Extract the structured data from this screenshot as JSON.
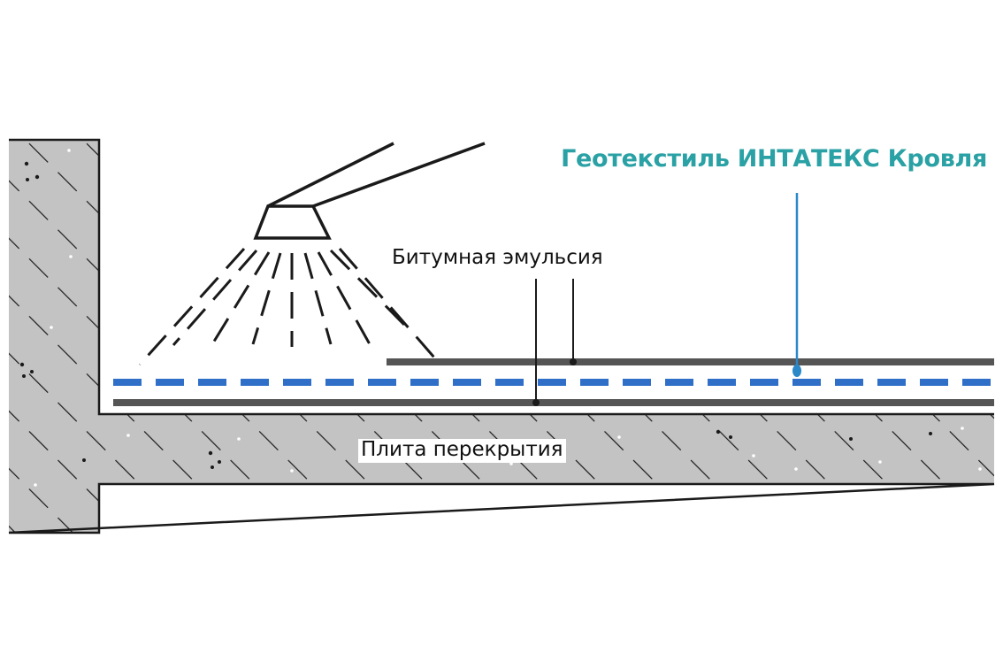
{
  "labels": {
    "geotextile": "Геотекстиль ИНТАТЕКС Кровля",
    "bitumen": "Битумная эмульсия",
    "slab": "Плита перекрытия"
  },
  "colors": {
    "concrete_fill": "#c3c3c3",
    "outline": "#1a1a1a",
    "layer_gray": "#555555",
    "geotextile_blue": "#2f6fc8",
    "leader_blue": "#2a88c8",
    "label_teal": "#2aa1a5"
  },
  "icons": {
    "sprayer": "spray-nozzle-icon"
  }
}
